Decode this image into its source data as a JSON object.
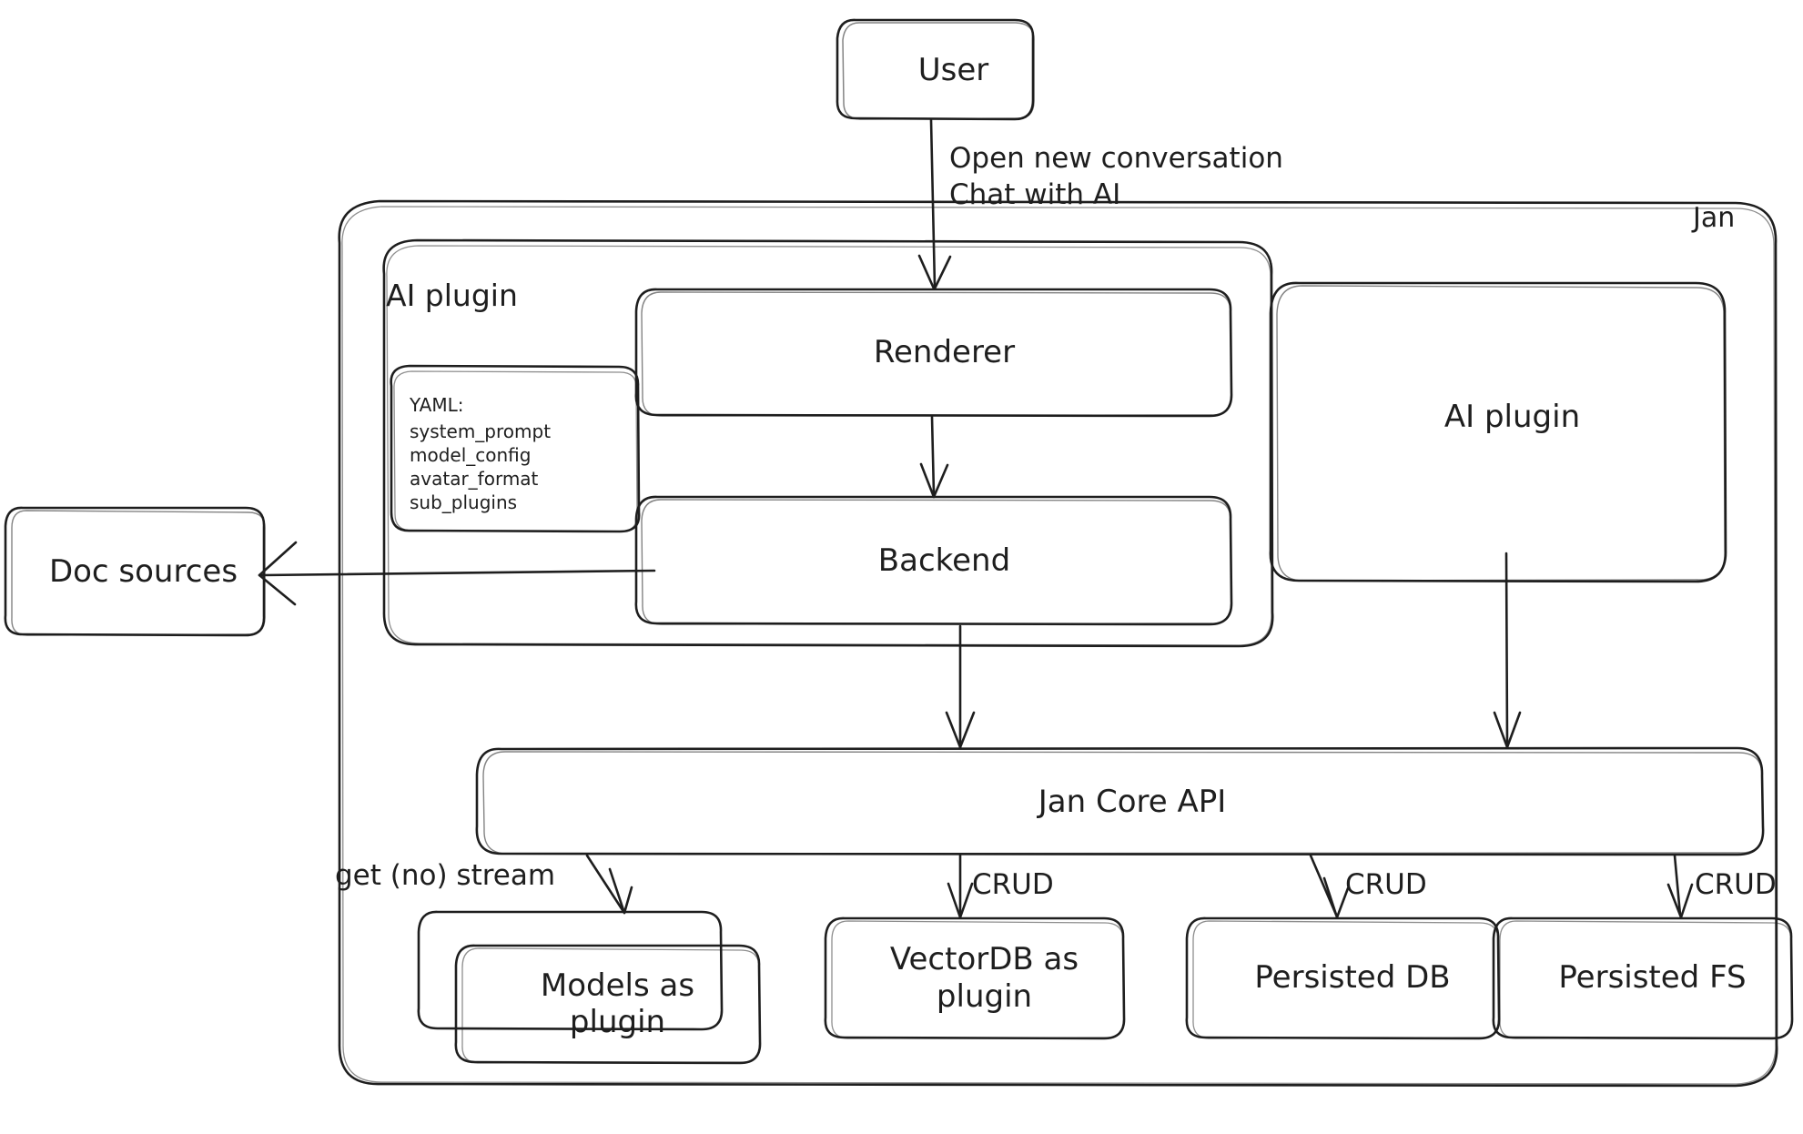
{
  "diagram": {
    "title": "Jan architecture diagram",
    "style": "hand-drawn",
    "stroke_color": "#1e1e1e",
    "background": "#ffffff"
  },
  "containers": {
    "jan": {
      "label": "Jan",
      "label_position": "top-right"
    },
    "ai_plugin_group": {
      "label": "AI plugin",
      "label_position": "top-left"
    }
  },
  "nodes": {
    "user": {
      "label": "User"
    },
    "renderer": {
      "label": "Renderer"
    },
    "backend": {
      "label": "Backend"
    },
    "ai_plugin_right": {
      "label": "AI plugin"
    },
    "doc_sources": {
      "label": "Doc sources"
    },
    "jan_core_api": {
      "label": "Jan Core API"
    },
    "models_plugin": {
      "label": "Models as\nplugin"
    },
    "vectordb_plugin": {
      "label": "VectorDB as\nplugin"
    },
    "persisted_db": {
      "label": "Persisted DB"
    },
    "persisted_fs": {
      "label": "Persisted FS"
    }
  },
  "yaml_card": {
    "title": "YAML:",
    "keys": [
      "system_prompt",
      "model_config",
      "avatar_format",
      "sub_plugins"
    ]
  },
  "edges": [
    {
      "id": "user-to-renderer",
      "from": "user",
      "to": "renderer",
      "label": "Open new conversation\nChat with AI"
    },
    {
      "id": "renderer-to-backend",
      "from": "renderer",
      "to": "backend",
      "label": ""
    },
    {
      "id": "backend-to-doc-sources",
      "from": "backend",
      "to": "doc_sources",
      "label": ""
    },
    {
      "id": "backend-to-core",
      "from": "backend",
      "to": "jan_core_api",
      "label": ""
    },
    {
      "id": "aiplugin-to-core",
      "from": "ai_plugin_right",
      "to": "jan_core_api",
      "label": ""
    },
    {
      "id": "core-to-models",
      "from": "jan_core_api",
      "to": "models_plugin",
      "label": "get (no) stream"
    },
    {
      "id": "core-to-vectordb",
      "from": "jan_core_api",
      "to": "vectordb_plugin",
      "label": "CRUD"
    },
    {
      "id": "core-to-persisted-db",
      "from": "jan_core_api",
      "to": "persisted_db",
      "label": "CRUD"
    },
    {
      "id": "core-to-persisted-fs",
      "from": "jan_core_api",
      "to": "persisted_fs",
      "label": "CRUD"
    }
  ]
}
